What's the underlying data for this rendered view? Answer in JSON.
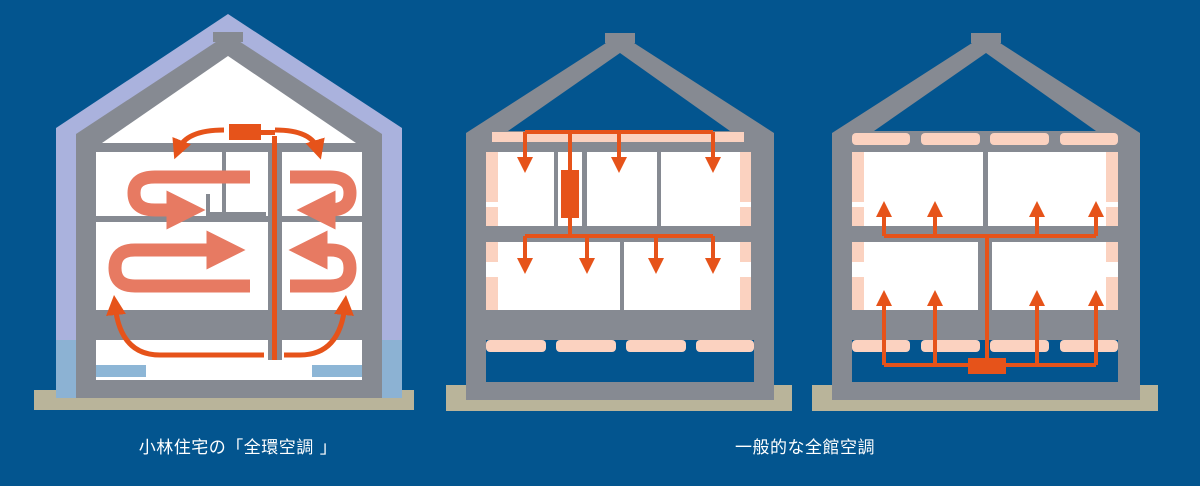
{
  "colors": {
    "background": "#03558f",
    "frame_gray": "#868a92",
    "foundation": "#b9b49a",
    "insulation_outer": "#aab2dd",
    "insulation_lower": "#8cb2d3",
    "room_white": "#ffffff",
    "airflow_orange": "#e6531a",
    "circulation_salmon": "#e77a62",
    "cold_patch_peach": "#fbd2c0",
    "floor_vent_blue": "#8db6d6"
  },
  "panels": [
    {
      "id": "kobayashi-zenkan-kucho",
      "caption": "小林住宅の「全環空調 」",
      "description": "Full-circulation air conditioning: single unit in attic, air circulates through all rooms and returns via underfloor"
    },
    {
      "id": "general-top-down",
      "caption_group": "一般的な全館空調",
      "description": "Typical whole-house AC: duct system blowing downward from ceiling; cold spots along walls and floor"
    },
    {
      "id": "general-bottom-up",
      "caption_group": "一般的な全館空調",
      "description": "Typical whole-house AC: underfloor unit blowing upward; cold spots along walls and ceiling"
    }
  ],
  "captions": {
    "left": "小林住宅の「全環空調 」",
    "right": "一般的な全館空調"
  }
}
